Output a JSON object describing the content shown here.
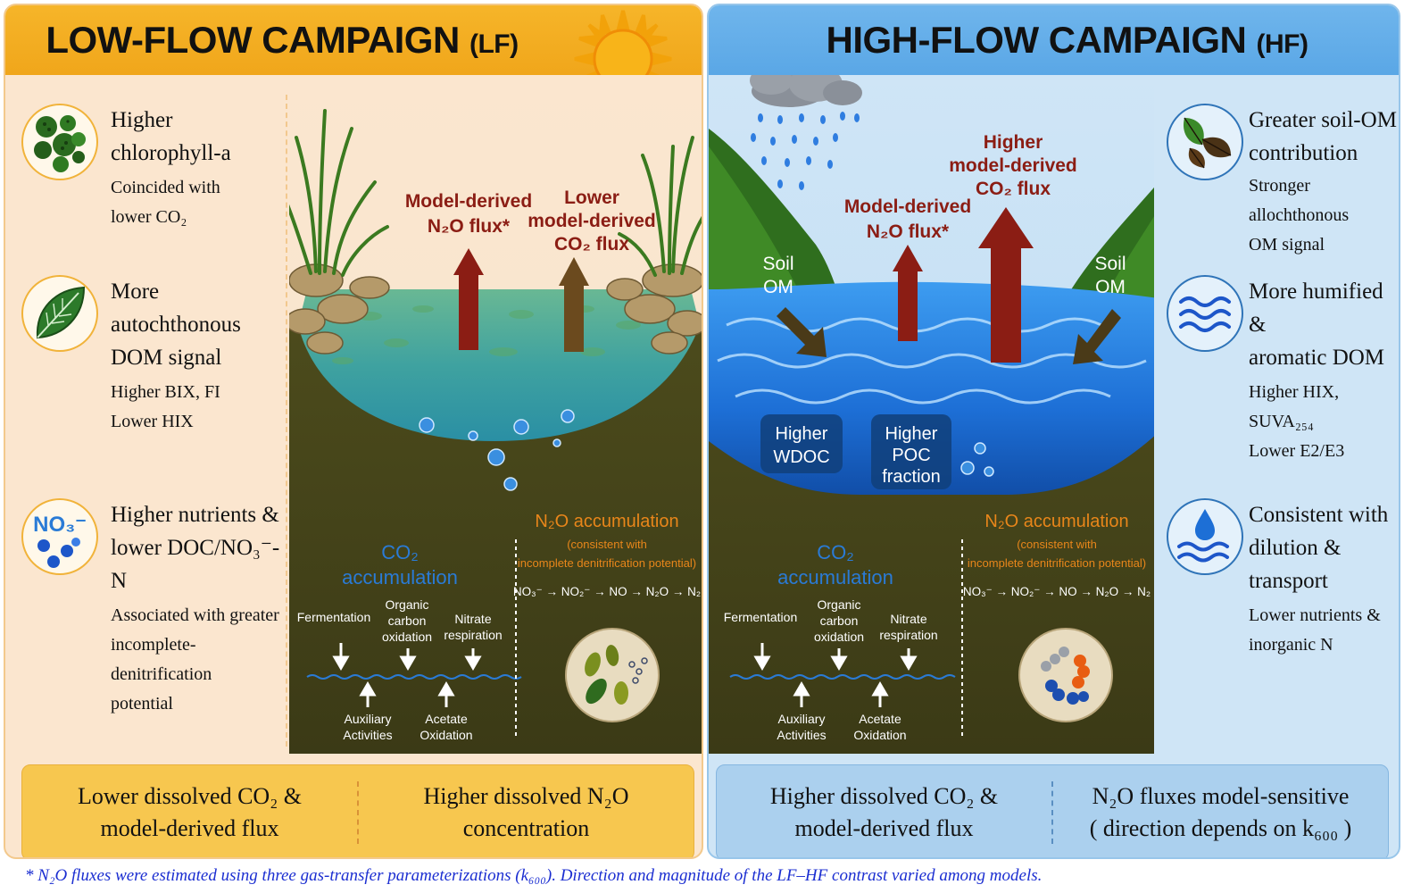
{
  "lf": {
    "title": "LOW-FLOW CAMPAIGN",
    "abbr": "(LF)",
    "items": [
      {
        "icon": "chlorophyll-cells-icon",
        "head": [
          "Higher chlorophyll-a"
        ],
        "sub": [
          "Coincided with",
          "lower CO₂"
        ]
      },
      {
        "icon": "leaf-icon",
        "head": [
          "More autochthonous",
          "DOM signal"
        ],
        "sub": [
          "Higher BIX, FI",
          "Lower HIX"
        ]
      },
      {
        "icon": "nitrate-icon",
        "icon_label": "NO₃⁻",
        "head": [
          "Higher nutrients &",
          "lower DOC/NO₃⁻-N"
        ],
        "sub": [
          "Associated with greater",
          "incomplete-denitrification",
          "potential"
        ]
      }
    ],
    "arrows": {
      "n2o": [
        "Model-derived",
        "N₂O flux*"
      ],
      "co2": [
        "Lower",
        "model-derived",
        "CO₂ flux"
      ]
    },
    "sediment": {
      "co2_title": [
        "CO₂",
        "accumulation"
      ],
      "processes_down": [
        "Fermentation",
        "Organic carbon oxidation",
        "Nitrate respiration"
      ],
      "processes_up": [
        "Auxiliary Activities",
        "Acetate Oxidation"
      ],
      "n2o_title": "N₂O accumulation",
      "n2o_note": [
        "(consistent with",
        "incomplete denitrification potential)"
      ],
      "chain": "NO₃⁻ → NO₂⁻ → NO → N₂O → N₂"
    },
    "bottom": [
      [
        "Lower dissolved CO₂ &",
        "model-derived flux"
      ],
      [
        "Higher dissolved N₂O",
        "concentration"
      ]
    ]
  },
  "hf": {
    "title": "HIGH-FLOW CAMPAIGN",
    "abbr": "(HF)",
    "items": [
      {
        "icon": "leaves-icon",
        "head": [
          "Greater soil-OM",
          "contribution"
        ],
        "sub": [
          "Stronger allochthonous",
          "OM signal"
        ]
      },
      {
        "icon": "waves-icon",
        "head": [
          "More humified &",
          "aromatic DOM"
        ],
        "sub": [
          "Higher HIX, SUVA₂₅₄",
          "Lower E2/E3"
        ]
      },
      {
        "icon": "water-drop-icon",
        "head": [
          "Consistent with",
          "dilution & transport"
        ],
        "sub": [
          "Lower nutrients &",
          "inorganic N"
        ]
      }
    ],
    "arrows": {
      "n2o": [
        "Model-derived",
        "N₂O flux*"
      ],
      "co2": [
        "Higher",
        "model-derived",
        "CO₂ flux"
      ],
      "soil_left": [
        "Soil",
        "OM"
      ],
      "soil_right": [
        "Soil",
        "OM"
      ]
    },
    "boxes": [
      [
        "Higher",
        "WDOC"
      ],
      [
        "Higher",
        "POC",
        "fraction"
      ]
    ],
    "sediment": {
      "co2_title": [
        "CO₂",
        "accumulation"
      ],
      "processes_down": [
        "Fermentation",
        "Organic carbon oxidation",
        "Nitrate respiration"
      ],
      "processes_up": [
        "Auxiliary Activities",
        "Acetate Oxidation"
      ],
      "n2o_title": "N₂O accumulation",
      "n2o_note": [
        "(consistent with",
        "incomplete denitrification potential)"
      ],
      "chain": "NO₃⁻ → NO₂⁻ → NO → N₂O → N₂"
    },
    "bottom": [
      [
        "Higher dissolved CO₂ &",
        "model-derived flux"
      ],
      [
        "N₂O fluxes model-sensitive",
        "( direction depends on k₆₀₀ )"
      ]
    ]
  },
  "footnote": "* N₂O fluxes were estimated using three gas-transfer parameterizations (k₆₀₀).  Direction and magnitude of the LF–HF contrast varied among models.",
  "colors": {
    "lf_banner": "#f6b529",
    "hf_banner": "#6fb5ec",
    "flux_arrow": "#8b1d14",
    "co2_arrow_lf": "#6b4a1e",
    "co2_text": "#2a7bd6",
    "n2o_text": "#e8861a",
    "footnote": "#1b2ed1"
  }
}
